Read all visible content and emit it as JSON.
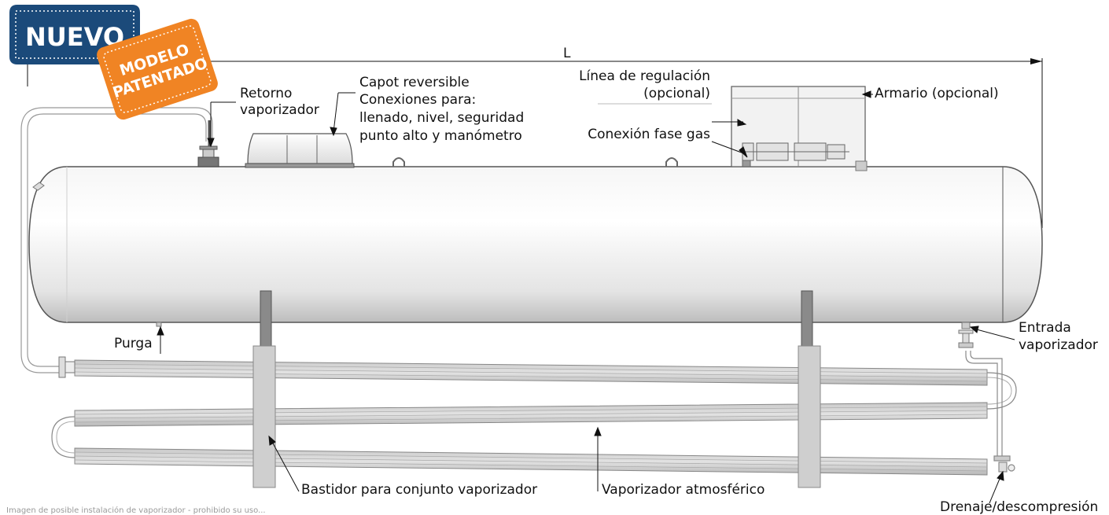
{
  "badges": {
    "nuevo": "NUEVO",
    "modelo_line1": "MODELO",
    "modelo_line2": "PATENTADO",
    "nuevo_color": "#1b4a7a",
    "modelo_color": "#f08424"
  },
  "dimension_label": "L",
  "labels": {
    "retorno_l1": "Retorno",
    "retorno_l2": "vaporizador",
    "capot_l1": "Capot reversible",
    "capot_l2": "Conexiones para:",
    "capot_l3": "llenado, nivel, seguridad",
    "capot_l4": "punto alto y manómetro",
    "linea_l1": "Línea de regulación",
    "linea_l2": "(opcional)",
    "armario": "Armario (opcional)",
    "conexion_fase": "Conexión fase gas",
    "purga": "Purga",
    "entrada_l1": "Entrada",
    "entrada_l2": "vaporizador",
    "bastidor": "Bastidor para conjunto vaporizador",
    "vaporizador_atm": "Vaporizador atmosférico",
    "drenaje": "Drenaje/descompresión"
  },
  "footnote": "Imagen de posible instalación de vaporizador - prohibido su uso..."
}
